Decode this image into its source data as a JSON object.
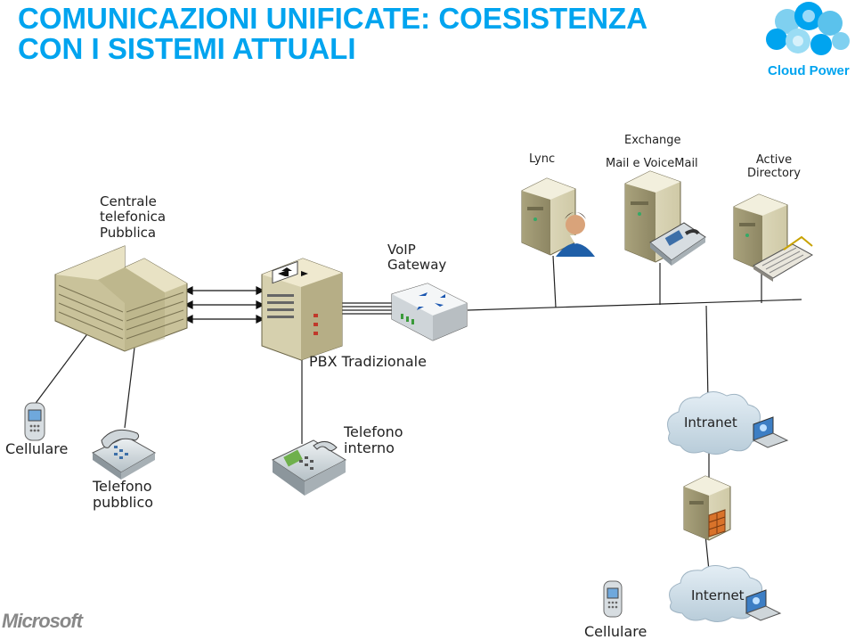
{
  "title": {
    "line1": "COMUNICAZIONI UNIFICATE: COESISTENZA",
    "line2": "CON I SISTEMI ATTUALI"
  },
  "brand": {
    "cloud_power": "Cloud Power",
    "microsoft": "Microsoft",
    "accent_color": "#00a4ef"
  },
  "labels": {
    "lync": "Lync",
    "exchange": "Exchange",
    "mail_voicemail": "Mail e VoiceMail",
    "active": "Active",
    "directory": "Directory",
    "centrale_1": "Centrale",
    "centrale_2": "telefonica",
    "centrale_3": "Pubblica",
    "voip_1": "VoIP",
    "voip_2": "Gateway",
    "pbx": "PBX Tradizionale",
    "cellulare": "Cellulare",
    "telefono_pubblico_1": "Telefono",
    "telefono_pubblico_2": "pubblico",
    "telefono_interno_1": "Telefono",
    "telefono_interno_2": "interno",
    "intranet": "Intranet",
    "internet": "Internet",
    "cellulare_2": "Cellulare"
  },
  "icons": [
    "cloud-power-logo-icon",
    "building-icon",
    "pbx-icon",
    "voip-gateway-icon",
    "lync-server-icon",
    "person-icon",
    "exchange-server-icon",
    "fax-phone-icon",
    "ad-server-icon",
    "keyboard-icon",
    "mobile-phone-icon",
    "public-phone-icon",
    "desk-phone-icon",
    "cloud-icon",
    "laptop-icon",
    "firewall-server-icon"
  ]
}
